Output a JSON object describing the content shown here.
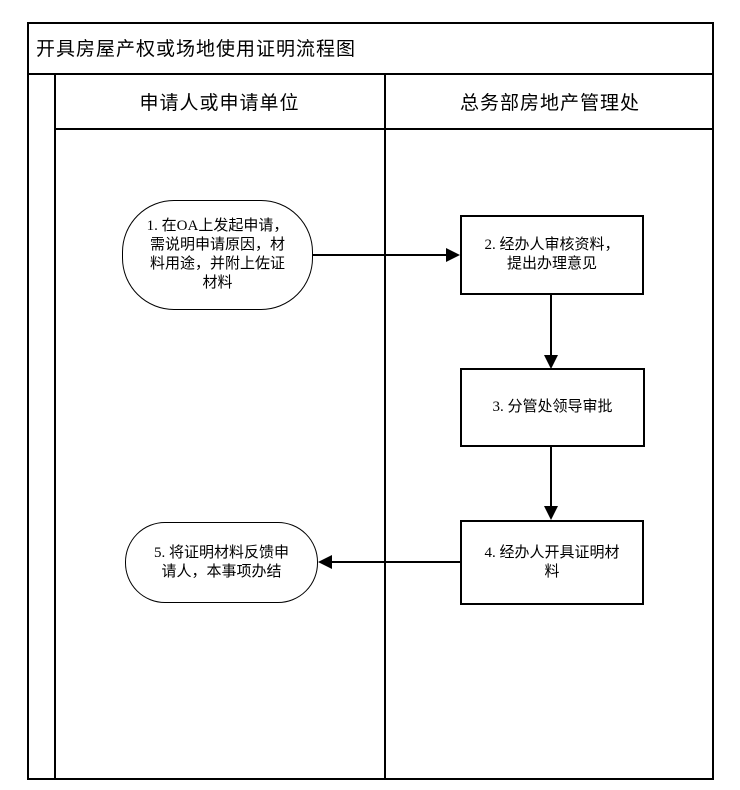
{
  "title": "开具房屋产权或场地使用证明流程图",
  "lanes": [
    {
      "label": "申请人或申请单位"
    },
    {
      "label": "总务部房地产管理处"
    }
  ],
  "nodes": [
    {
      "id": "1",
      "type": "terminator",
      "lane": "申请人或申请单位",
      "text": "1. 在OA上发起申请，\n需说明申请原因，材\n料用途，并附上佐证\n材料"
    },
    {
      "id": "2",
      "type": "process",
      "lane": "总务部房地产管理处",
      "text": "2. 经办人审核资料，\n提出办理意见"
    },
    {
      "id": "3",
      "type": "process",
      "lane": "总务部房地产管理处",
      "text": "3. 分管处领导审批"
    },
    {
      "id": "4",
      "type": "process",
      "lane": "总务部房地产管理处",
      "text": "4. 经办人开具证明材\n料"
    },
    {
      "id": "5",
      "type": "terminator",
      "lane": "申请人或申请单位",
      "text": "5. 将证明材料反馈申\n请人，本事项办结"
    }
  ],
  "edges": [
    {
      "from": "1",
      "to": "2",
      "direction": "right"
    },
    {
      "from": "2",
      "to": "3",
      "direction": "down"
    },
    {
      "from": "3",
      "to": "4",
      "direction": "down"
    },
    {
      "from": "4",
      "to": "5",
      "direction": "left"
    }
  ],
  "colors": {
    "line": "#000000",
    "background": "#ffffff"
  }
}
